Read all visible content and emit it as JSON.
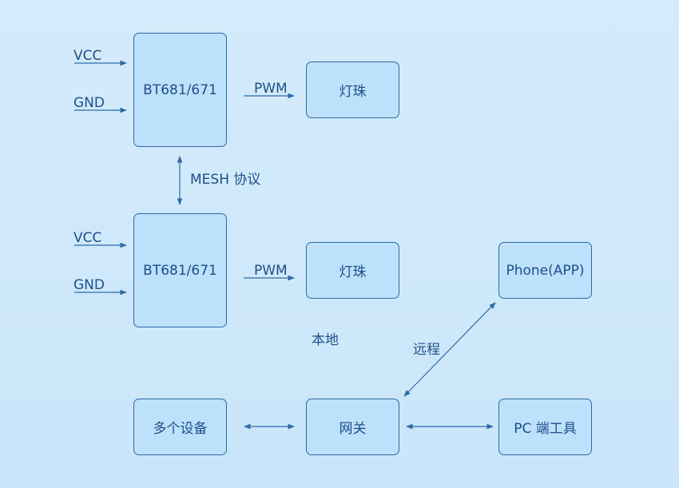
{
  "colors": {
    "background": "#cfe8fb",
    "box_fill": "#bde0fb",
    "stroke": "#2f6aa6",
    "text": "#1e4f8c"
  },
  "nodes": {
    "bt_top": "BT681/671",
    "led_top": "灯珠",
    "bt_bottom": "BT681/671",
    "led_bottom": "灯珠",
    "phone": "Phone(APP)",
    "devices": "多个设备",
    "gateway": "网关",
    "pc_tool": "PC 端工具"
  },
  "labels": {
    "vcc_top": "VCC",
    "gnd_top": "GND",
    "pwm_top": "PWM",
    "mesh": "MESH 协议",
    "vcc_bottom": "VCC",
    "gnd_bottom": "GND",
    "pwm_bottom": "PWM",
    "local": "本地",
    "remote": "远程"
  }
}
